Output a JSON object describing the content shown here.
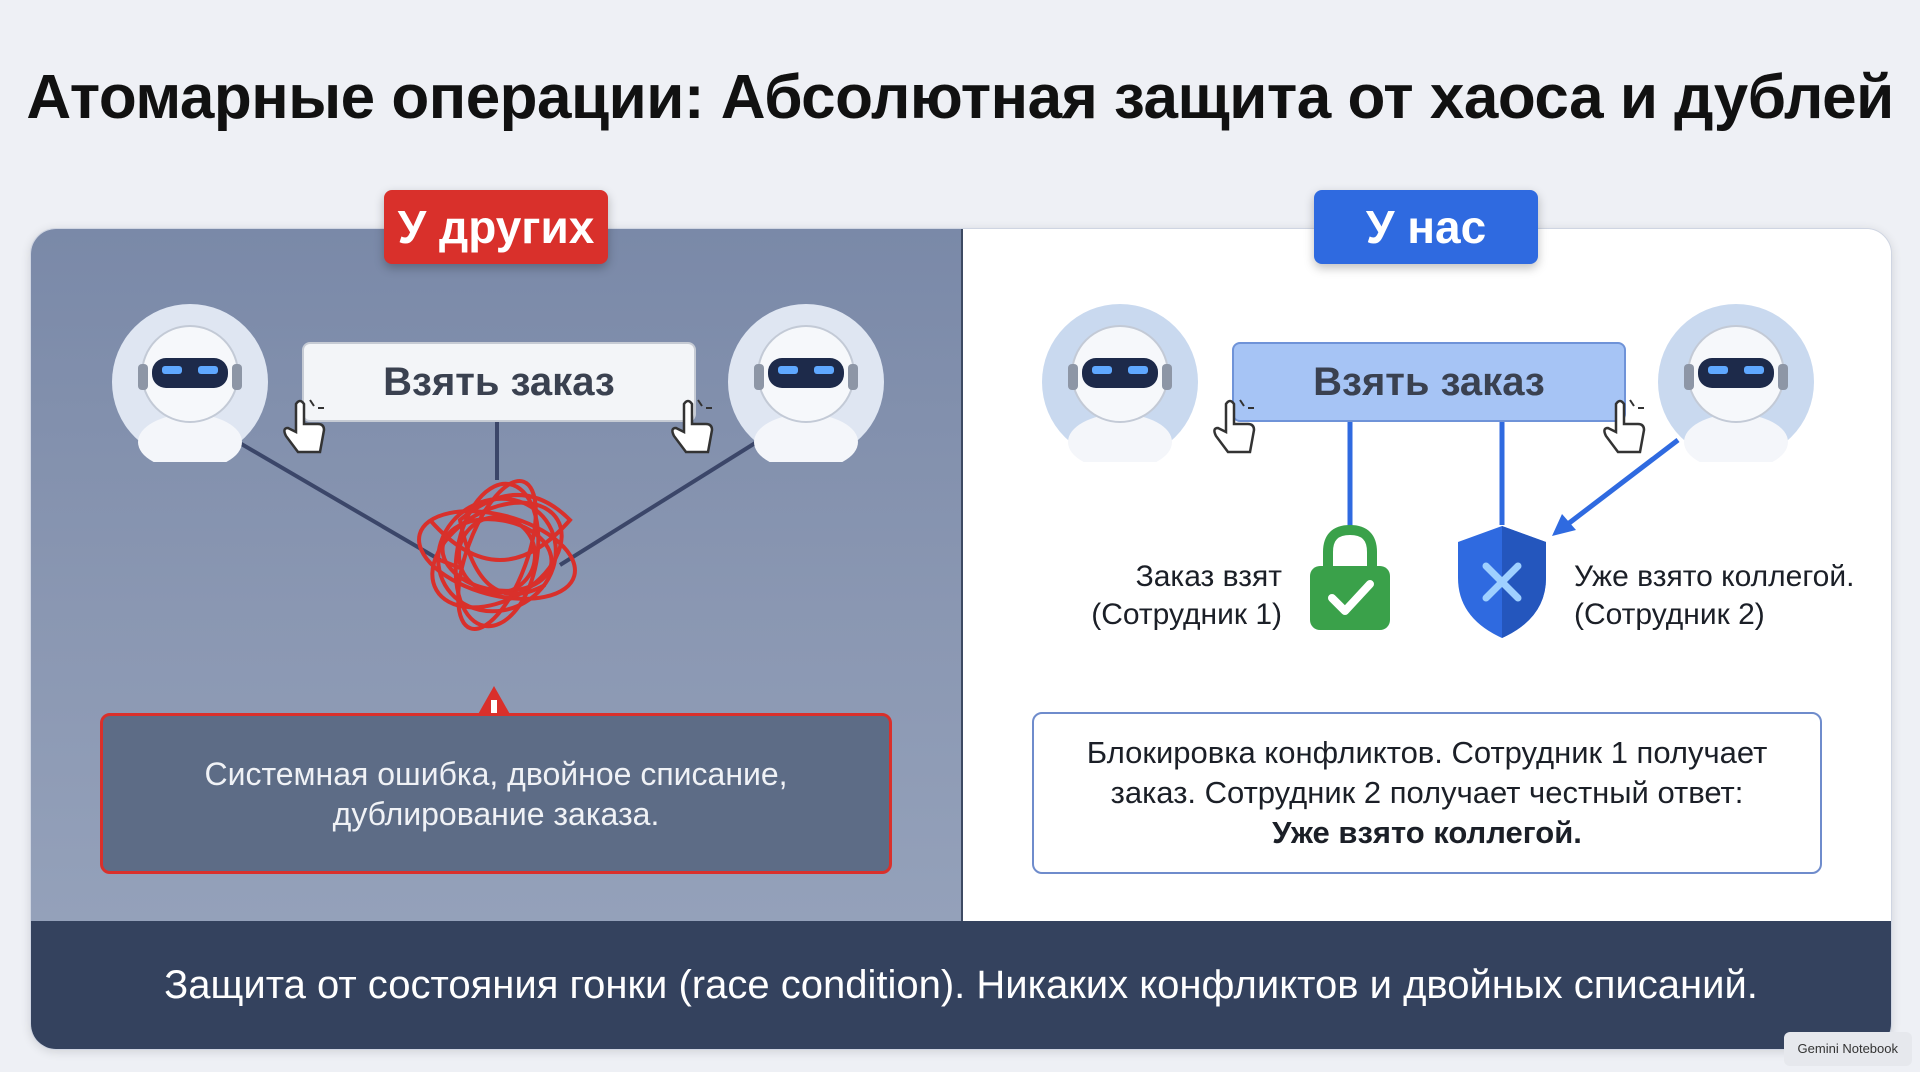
{
  "title": "Атомарные операции: Абсолютная защита от хаоса и дублей",
  "left_panel": {
    "tag": "У других",
    "button": "Взять заказ",
    "warning_text": [
      "Системная ошибка, двойное списание,",
      "дублирование заказа."
    ]
  },
  "right_panel": {
    "tag": "У нас",
    "button": "Взять заказ",
    "taken_label": [
      "Заказ взят",
      "(Сотрудник 1)"
    ],
    "busy_label": [
      "Уже взято коллегой.",
      "(Сотрудник 2)"
    ],
    "info_text": [
      "Блокировка конфликтов. Сотрудник 1 получает",
      "заказ. Сотрудник 2 получает честный ответ:"
    ],
    "info_bold": "Уже взято коллегой."
  },
  "footer": "Защита от состояния гонки (race condition). Никаких конфликтов и двойных списаний.",
  "brand": "Gemini Notebook",
  "colors": {
    "red": "#d9302b",
    "blue": "#2f6ae0",
    "green": "#3aa14a",
    "footer": "#34425e",
    "left_bg": "#7a89a8"
  },
  "icons": [
    "robot-icon",
    "pointer-hand-icon",
    "tangle-icon",
    "warning-icon",
    "lock-check-icon",
    "shield-x-icon"
  ]
}
